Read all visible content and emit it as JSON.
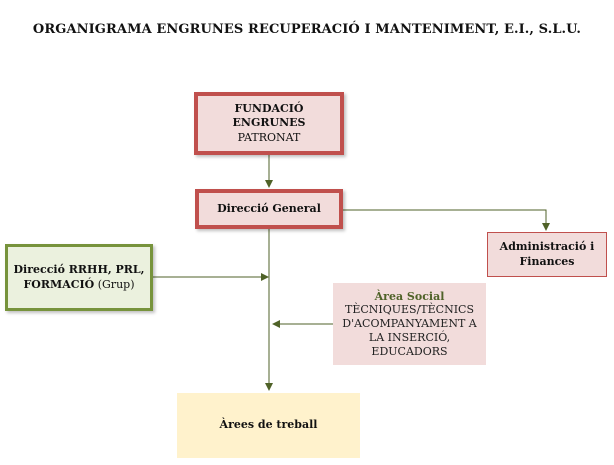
{
  "title": "ORGANIGRAMA ENGRUNES RECUPERACIÓ I MANTENIMENT, E.I., S.L.U.",
  "boxes": {
    "fundacio": {
      "line1": "FUNDACIÓ ENGRUNES",
      "line2": "PATRONAT"
    },
    "direccio": {
      "label": "Direcció General"
    },
    "admin": {
      "line1": "Administració i",
      "line2": "Finances"
    },
    "rrhh": {
      "line1": "Direcció RRHH, PRL,",
      "line2_bold": "FORMACIÓ",
      "line2_normal": " (Grup)"
    },
    "social": {
      "title": "Àrea Social",
      "body": "TÈCNIQUES/TÈCNICS D'ACOMPANYAMENT A LA INSERCIÓ, EDUCADORS"
    },
    "arees": {
      "label": "Àrees de treball"
    }
  },
  "colors": {
    "red_border": "#c0504d",
    "pink_fill": "#f2dcdb",
    "green_border": "#77933c",
    "green_fill": "#ebf1de",
    "yellow_fill": "#fff2cc",
    "connector": "#4f6228"
  }
}
